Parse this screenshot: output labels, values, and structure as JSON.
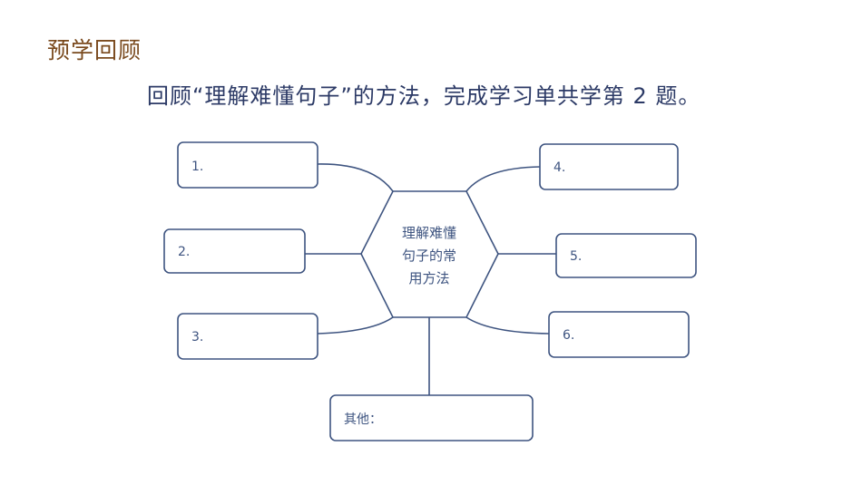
{
  "section_title": "预学回顾",
  "instruction": "回顾“理解难懂句子”的方法，完成学习单共学第 2 题。",
  "diagram": {
    "center_lines": [
      "理解难懂",
      "句子的常",
      "用方法"
    ],
    "boxes": [
      "1.",
      "2.",
      "3.",
      "4.",
      "5.",
      "6.",
      "其他："
    ]
  },
  "colors": {
    "line": "#3e5480",
    "title": "#7a4a1e",
    "instruction": "#2c3a66"
  }
}
